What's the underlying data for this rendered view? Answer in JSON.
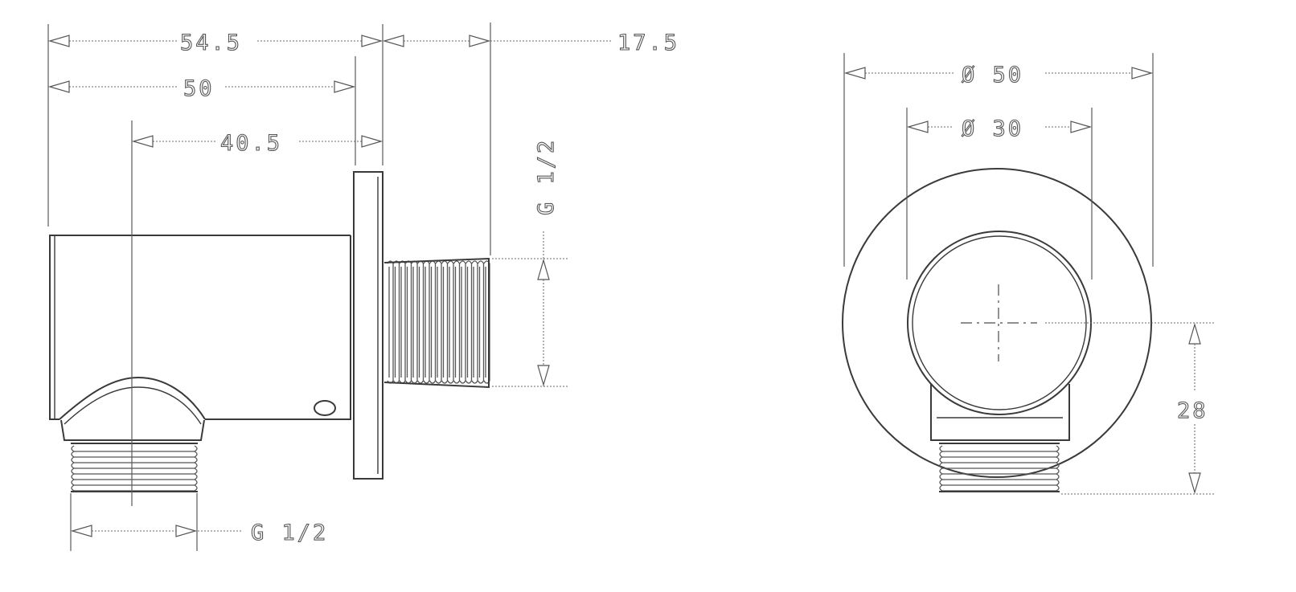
{
  "dimensions": {
    "side_overall_length": "54.5",
    "side_body_length": "50",
    "side_outlet_offset": "40.5",
    "side_thread_length": "17.5",
    "side_inlet_thread": "G 1/2",
    "bottom_outlet_thread": "G 1/2",
    "front_flange_diameter": "Ø 50",
    "front_body_diameter": "Ø 30",
    "front_center_height": "28"
  }
}
